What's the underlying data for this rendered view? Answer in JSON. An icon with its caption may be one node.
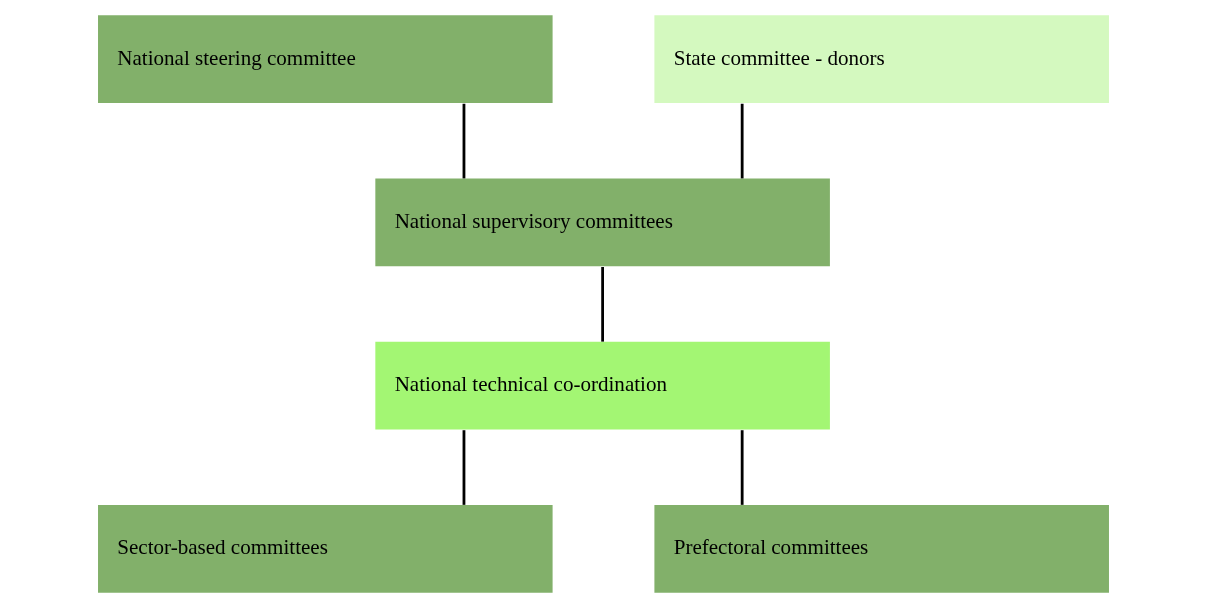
{
  "diagram": {
    "nodes": [
      {
        "text": [
          "National steering committee"
        ]
      },
      {
        "text": [
          "State committee - donors"
        ]
      },
      {
        "text": [
          "National supervisory committees"
        ]
      },
      {
        "text": [
          "National technical co-ordination"
        ]
      },
      {
        "text": [
          "Sector-based committees"
        ]
      },
      {
        "text": [
          "Prefectoral committees"
        ]
      }
    ],
    "edges": [
      {
        "from": 0,
        "to": 2,
        "arrow": "none"
      },
      {
        "from": 1,
        "to": 2,
        "arrow": "none"
      },
      {
        "from": 2,
        "to": 3,
        "arrow": "none"
      },
      {
        "from": 3,
        "to": 4,
        "arrow": "none"
      },
      {
        "from": 3,
        "to": 5,
        "arrow": "none"
      }
    ]
  }
}
